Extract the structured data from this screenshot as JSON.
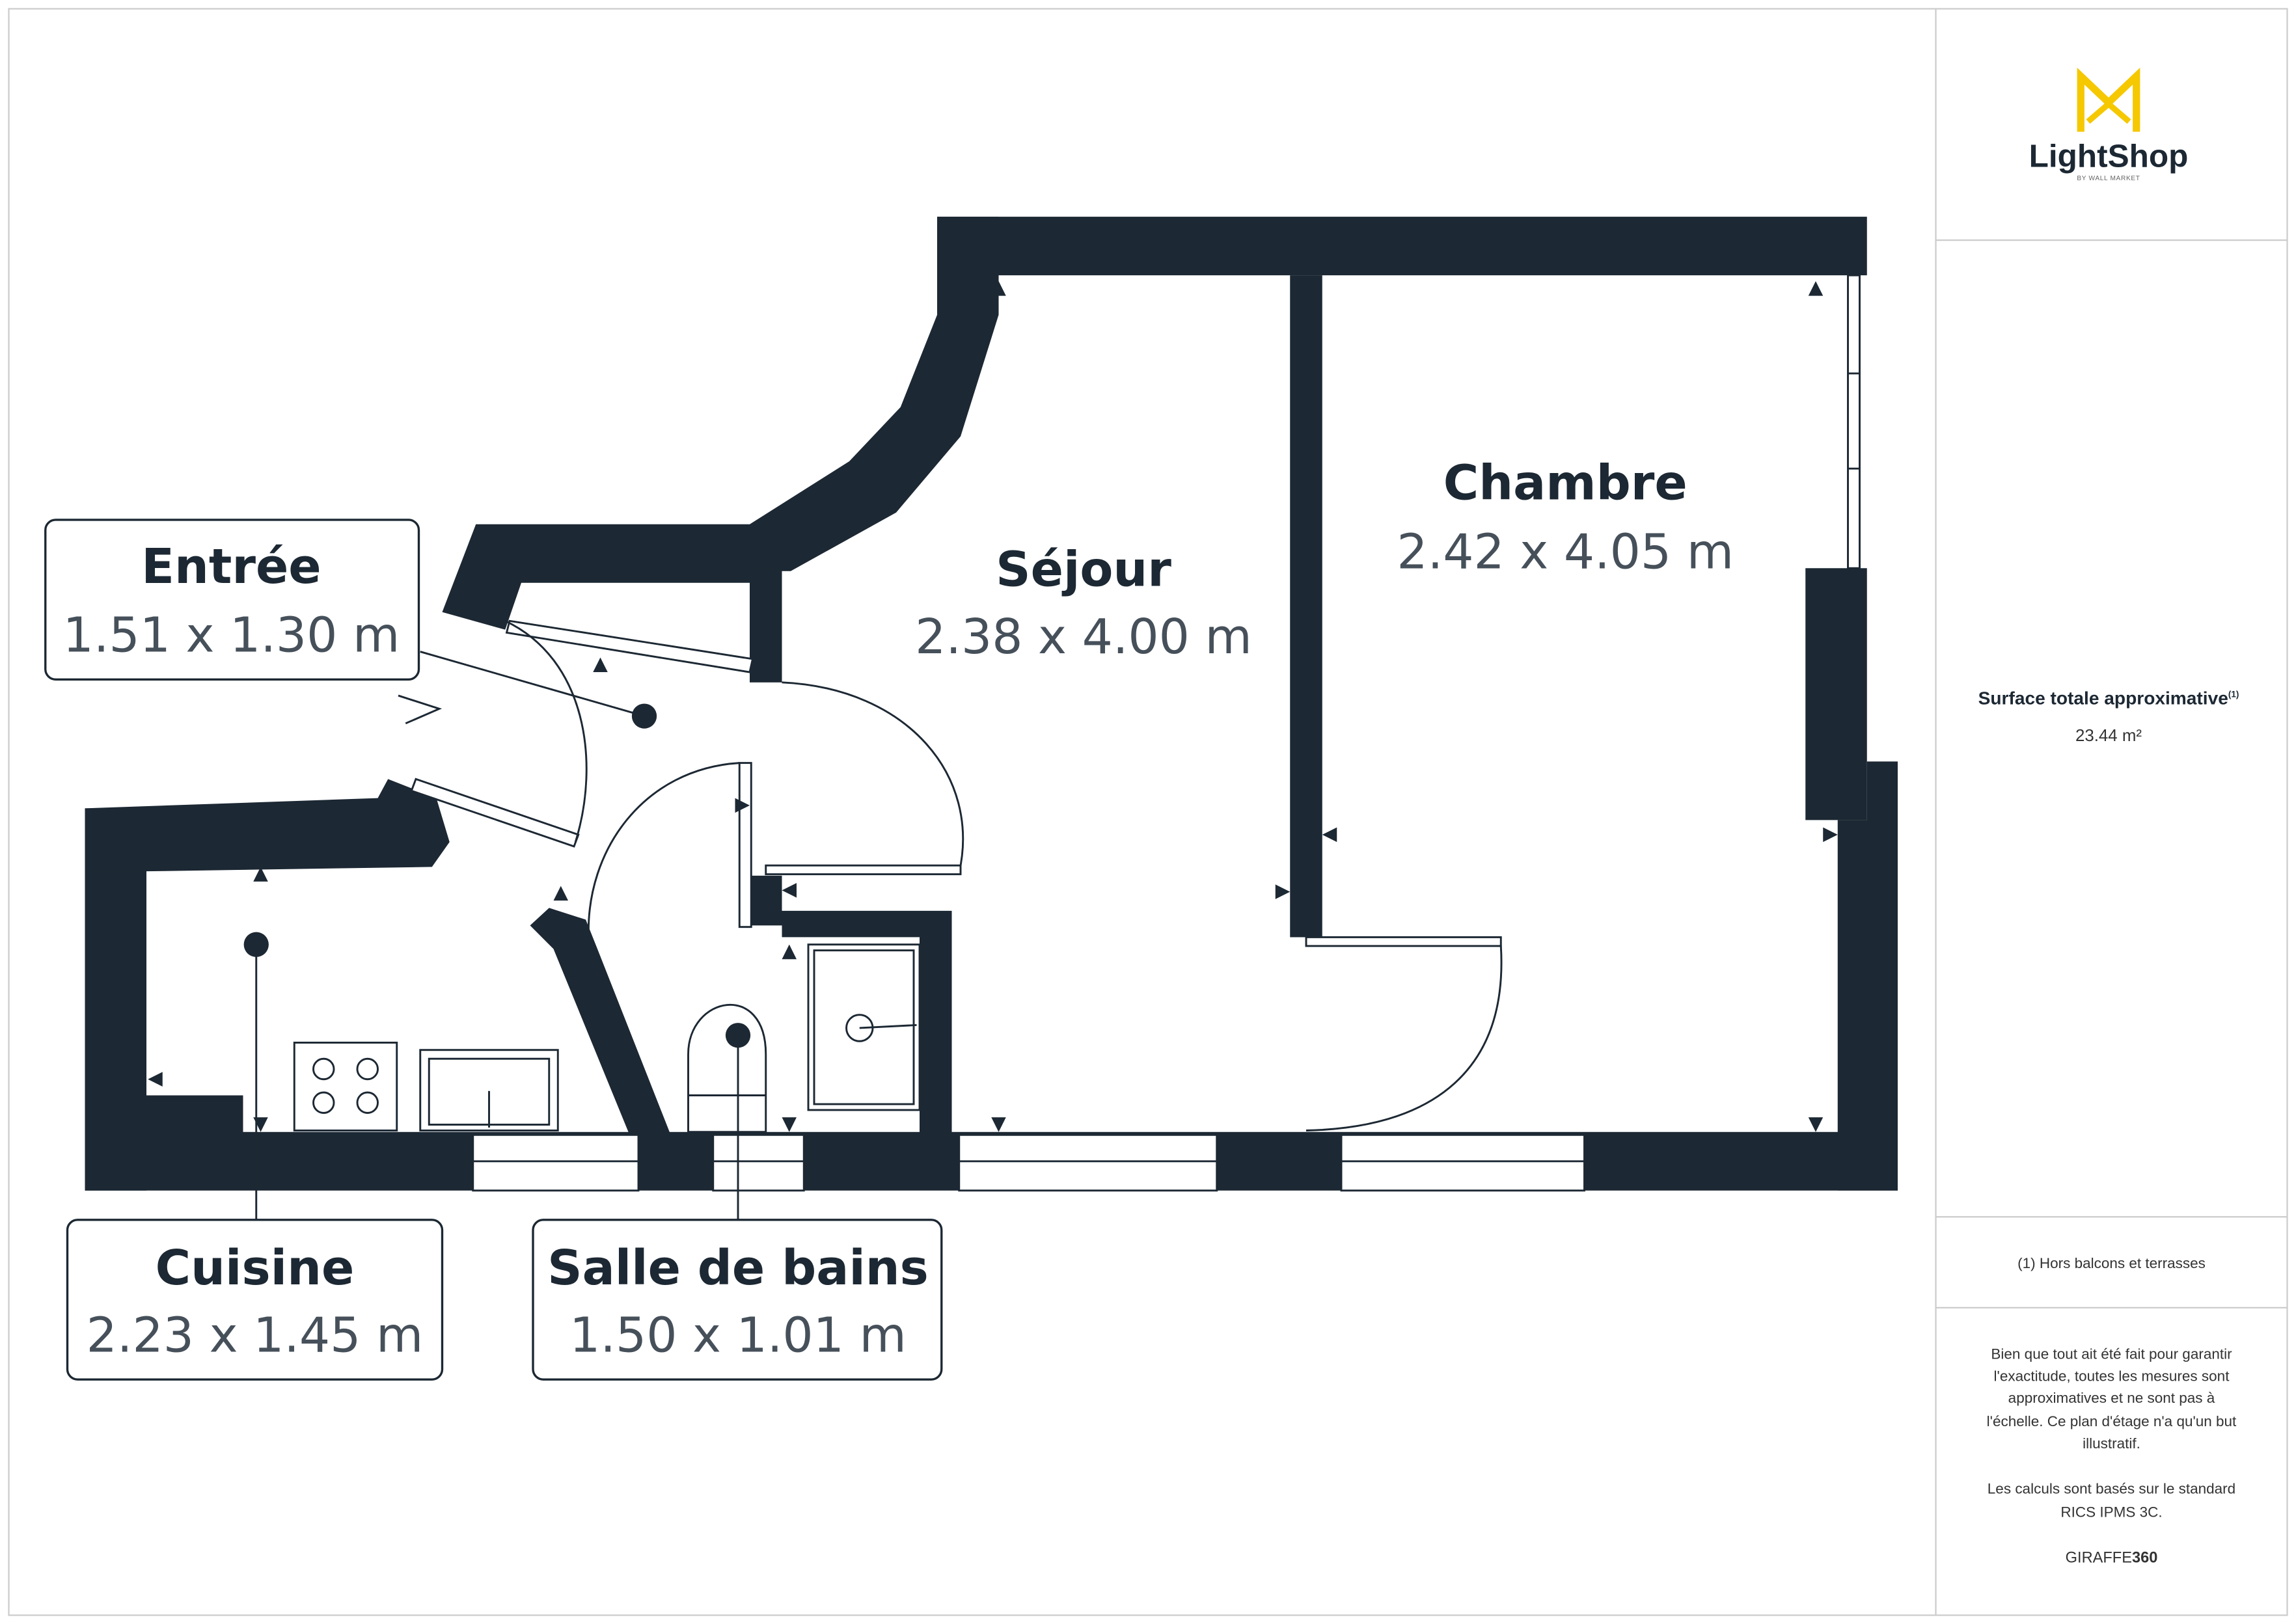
{
  "brand": {
    "name": "LightShop",
    "tagline": "BY WALL MARKET",
    "accent_color": "#f5c800"
  },
  "rooms": {
    "entree": {
      "name": "Entrée",
      "dims": "1.51 x 1.30 m"
    },
    "sejour": {
      "name": "Séjour",
      "dims": "2.38 x 4.00 m"
    },
    "chambre": {
      "name": "Chambre",
      "dims": "2.42 x 4.05 m"
    },
    "cuisine": {
      "name": "Cuisine",
      "dims": "2.23 x 1.45 m"
    },
    "sdb": {
      "name": "Salle de bains",
      "dims": "1.50 x 1.01 m"
    }
  },
  "sidebar": {
    "surface_label": "Surface totale approximative",
    "surface_marker": "(1)",
    "surface_value": "23.44 m²",
    "footnote": "(1) Hors balcons et terrasses",
    "disclaimer": [
      "Bien que tout ait été fait pour garantir",
      "l'exactitude, toutes les mesures sont",
      "approximatives et ne sont pas à",
      "l'échelle. Ce plan d'étage n'a qu'un but",
      "illustratif."
    ],
    "standard": [
      "Les calculs sont basés sur le standard",
      "RICS IPMS 3C."
    ],
    "credit_prefix": "GIRAFFE",
    "credit_suffix": "360"
  },
  "colors": {
    "wall": "#1c2833",
    "dim_text": "#46505a",
    "frame": "#cccccc"
  }
}
